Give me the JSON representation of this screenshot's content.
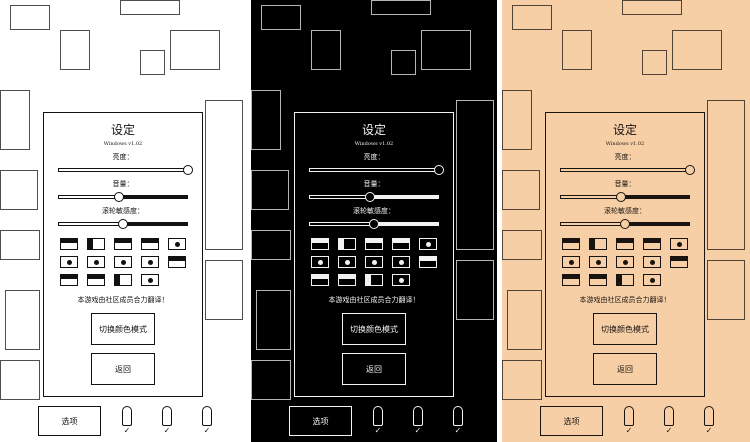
{
  "settings": {
    "title": "设定",
    "version": "Windows v1.02",
    "brightness_label": "亮度：",
    "volume_label": "音量：",
    "scroll_label": "滚轮敏感度：",
    "credit": "本游戏由社区成员合力翻译！",
    "color_mode_button": "切换颜色模式",
    "back_button": "返回",
    "options_button": "选项",
    "check": "✓"
  },
  "sliders": {
    "brightness": 1.0,
    "volume": 0.47,
    "scroll_sensitivity": 0.5
  },
  "themes": [
    {
      "name": "normal",
      "bg": "#ffffff",
      "fg": "#111111"
    },
    {
      "name": "inverted",
      "bg": "#000000",
      "fg": "#f2f2f2"
    },
    {
      "name": "sepia",
      "bg": "#f7cfa6",
      "fg": "#1a1410"
    }
  ],
  "language_flags": [
    "us",
    "fr",
    "de",
    "it",
    "br",
    "cn",
    "tw",
    "kr",
    "jp",
    "ru",
    "nl",
    "es-black",
    "be",
    "other"
  ]
}
